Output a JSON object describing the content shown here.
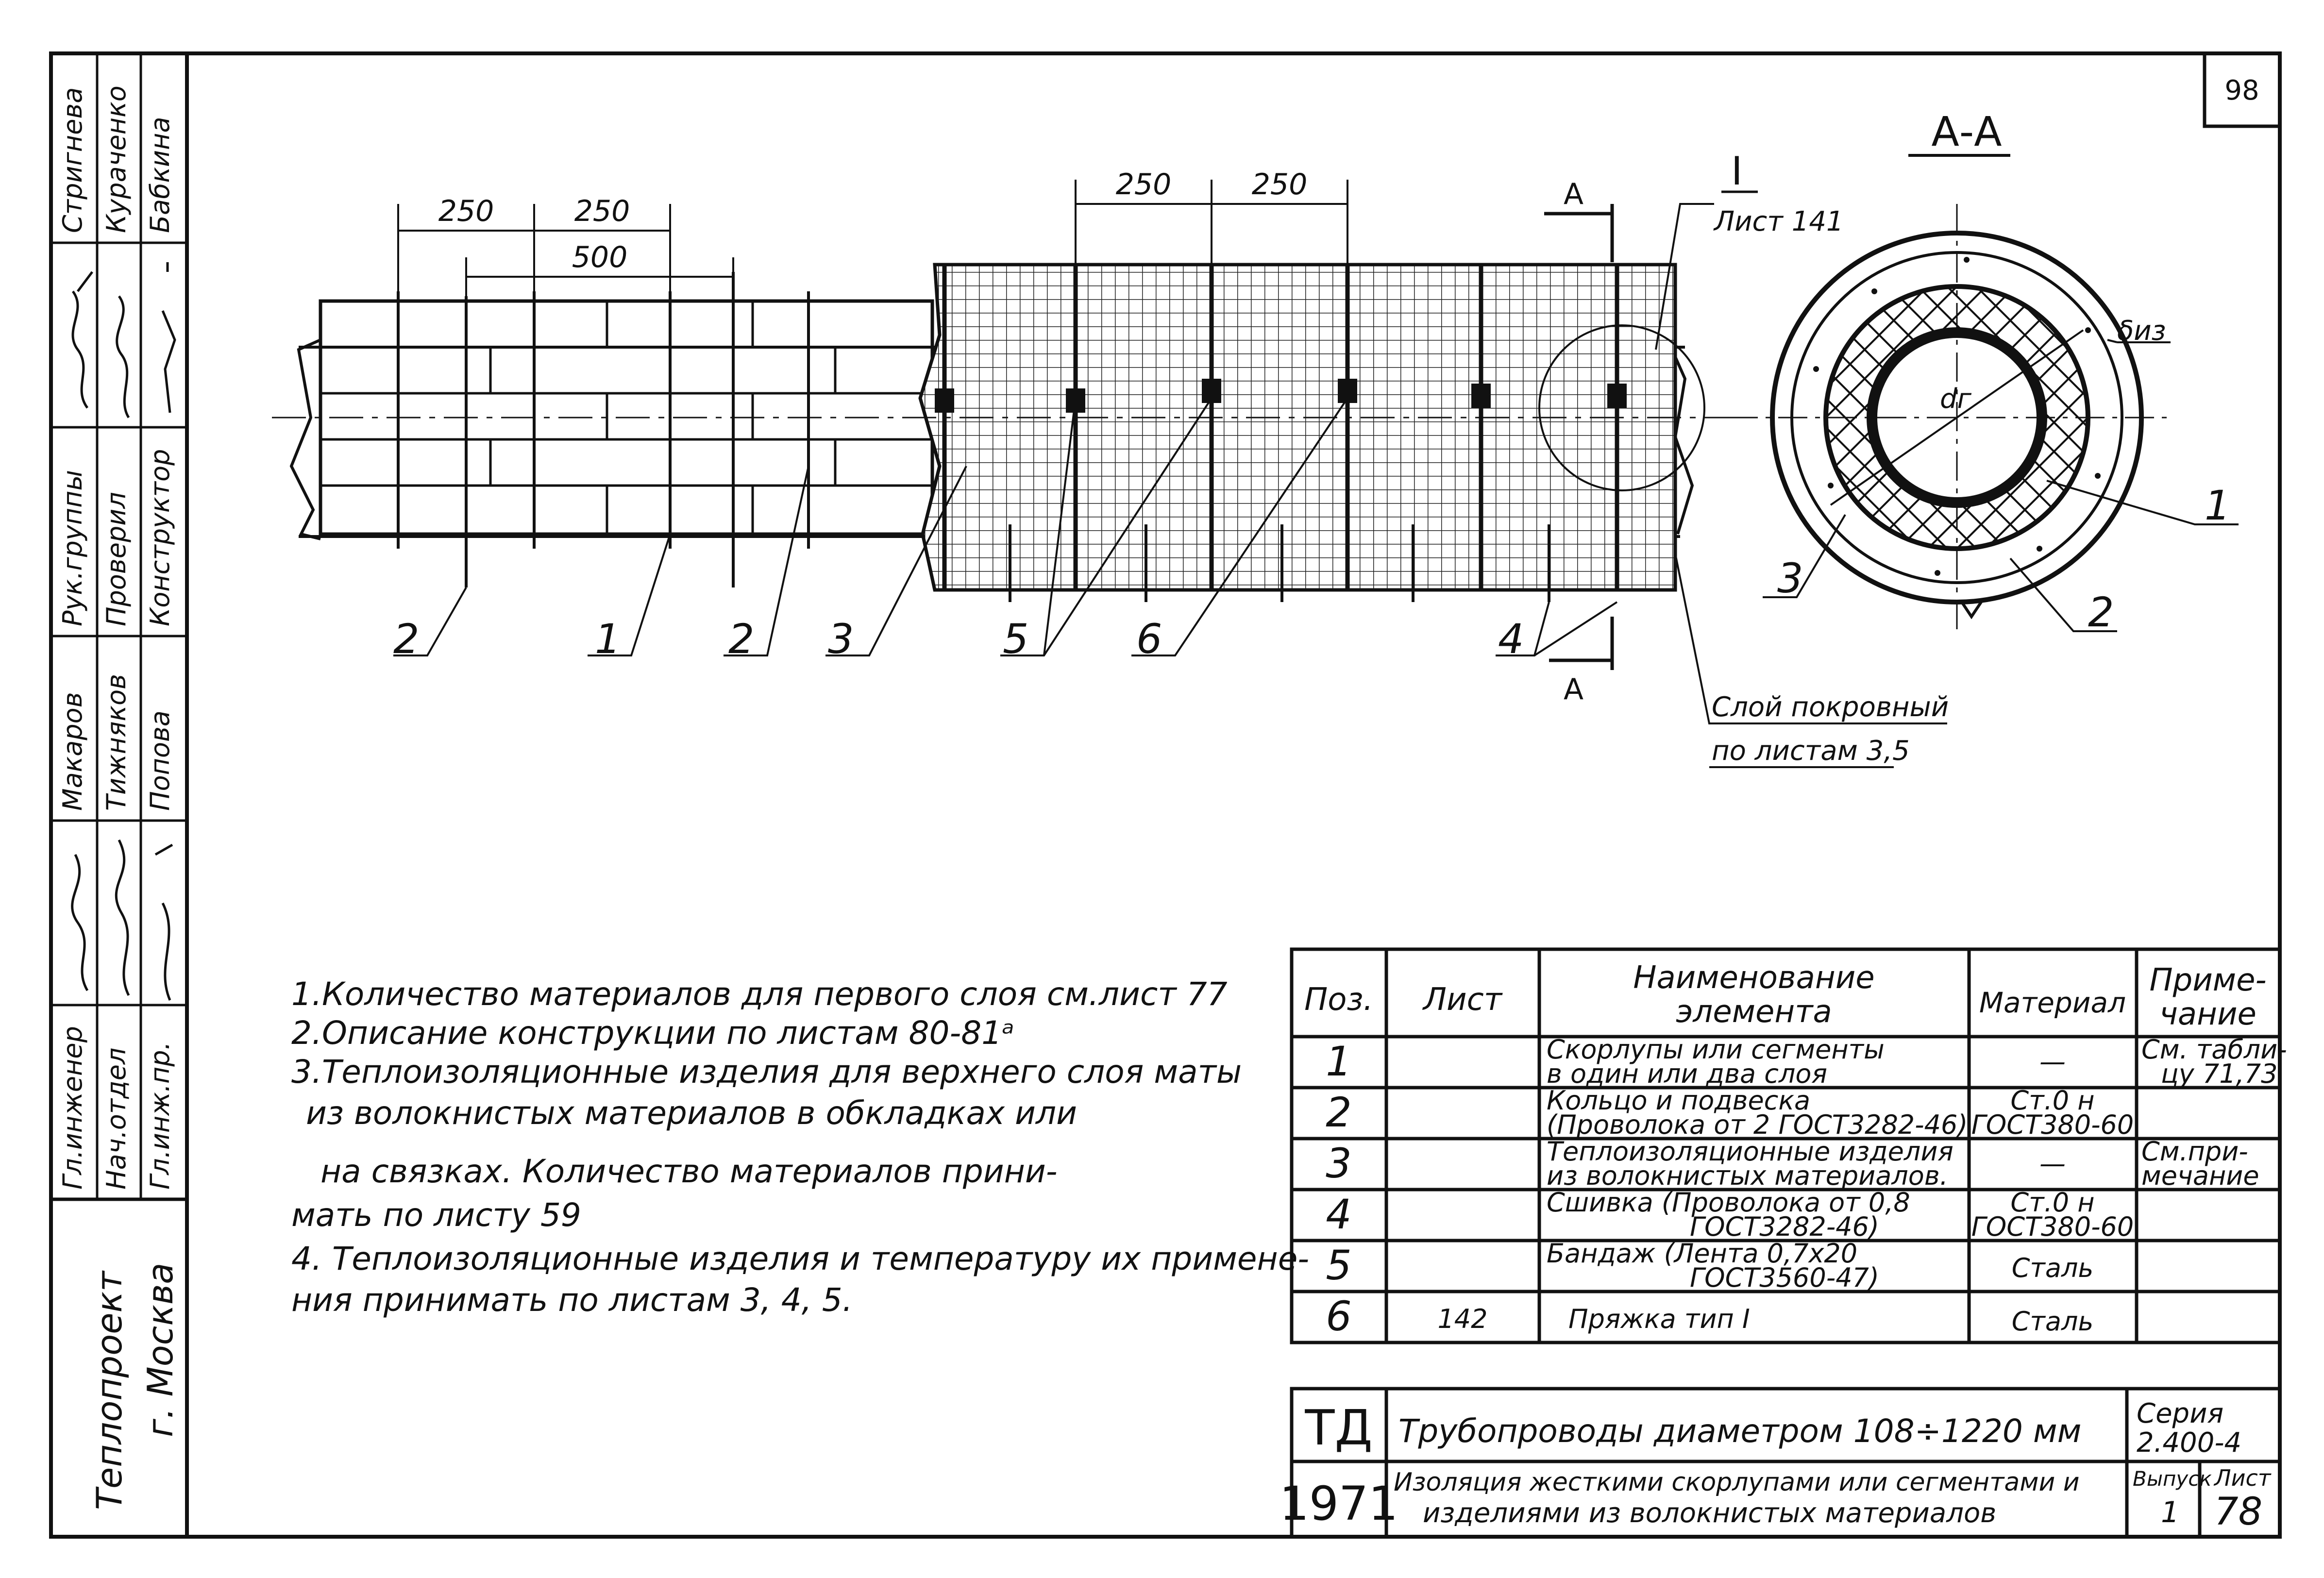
{
  "sheet_number": "98",
  "left_stamp": {
    "organization": "Теплопроект",
    "city": "г. Москва",
    "roles": [
      "Гл.инженер",
      "Нач.отдел",
      "Гл.инж.пр.",
      "Рук.группы",
      "Проверил",
      "Конструктор"
    ],
    "names": [
      "Макаров",
      "Тижняков",
      "Попова",
      "Стригнева",
      "Кураченко",
      "Бабкина"
    ]
  },
  "dimensions": {
    "d1": "250",
    "d2": "250",
    "d3": "500",
    "d4": "250",
    "d5": "250"
  },
  "section": {
    "marker": "А",
    "title": "А-А",
    "detail_mark": "I",
    "detail_sheet": "Лист 141",
    "cover_note_line1": "Слой покровный",
    "cover_note_line2": "по листам 3,5",
    "label_thickness": "δиз",
    "label_diameter": "dг"
  },
  "positions": {
    "p2a": "2",
    "p1": "1",
    "p2b": "2",
    "p3": "3",
    "p5": "5",
    "p6": "6",
    "p4": "4",
    "s1": "1",
    "s2": "2",
    "s3": "3"
  },
  "notes": [
    "1.Количество материалов для первого слоя см.лист 77",
    "2.Описание конструкции по листам 80-81ᵃ",
    "3.Теплоизоляционные изделия для верхнего слоя маты",
    "из волокнистых материалов в обкладках или",
    "на связках. Количество материалов прини-",
    "мать по листу 59",
    "4. Теплоизоляционные изделия и температуру их примене-",
    "ния принимать по листам 3, 4, 5."
  ],
  "table": {
    "headers": {
      "pos": "Поз.",
      "sheet": "Лист",
      "name_line1": "Наименование",
      "name_line2": "элемента",
      "material": "Материал",
      "note_line1": "Приме-",
      "note_line2": "чание"
    },
    "rows": [
      {
        "pos": "1",
        "sheet": "",
        "name_line1": "Скорлупы или сегменты",
        "name_line2": "в один или два слоя",
        "material_line1": "—",
        "material_line2": "",
        "note_line1": "См. табли-",
        "note_line2": "цу 71,73"
      },
      {
        "pos": "2",
        "sheet": "",
        "name_line1": "Кольцо и подвеска",
        "name_line2": "(Проволока от 2 ГОСТ3282-46)",
        "material_line1": "Ст.0 н",
        "material_line2": "ГОСТ380-60",
        "note_line1": "",
        "note_line2": ""
      },
      {
        "pos": "3",
        "sheet": "",
        "name_line1": "Теплоизоляционные изделия",
        "name_line2": "из волокнистых материалов.",
        "material_line1": "—",
        "material_line2": "",
        "note_line1": "См.при-",
        "note_line2": "мечание"
      },
      {
        "pos": "4",
        "sheet": "",
        "name_line1": "Сшивка (Проволока от 0,8",
        "name_line2": "ГОСТ3282-46)",
        "material_line1": "Ст.0 н",
        "material_line2": "ГОСТ380-60",
        "note_line1": "",
        "note_line2": ""
      },
      {
        "pos": "5",
        "sheet": "",
        "name_line1": "Бандаж (Лента 0,7х20",
        "name_line2": "ГОСТ3560-47)",
        "material_line1": "Сталь",
        "material_line2": "",
        "note_line1": "",
        "note_line2": ""
      },
      {
        "pos": "6",
        "sheet": "142",
        "name_line1": "Пряжка тип I",
        "name_line2": "",
        "material_line1": "Сталь",
        "material_line2": "",
        "note_line1": "",
        "note_line2": ""
      }
    ]
  },
  "title_block": {
    "code": "ТД",
    "year": "1971",
    "title_line1": "Трубопроводы диаметром 108÷1220 мм",
    "title_line2": "Изоляция жесткими скорлупами или сегментами и",
    "title_line3": "изделиями из волокнистых материалов",
    "series_label": "Серия",
    "series_value": "2.400-4",
    "issue_label": "Выпуск",
    "issue_value": "1",
    "sheet_label": "Лист",
    "sheet_value": "78"
  }
}
